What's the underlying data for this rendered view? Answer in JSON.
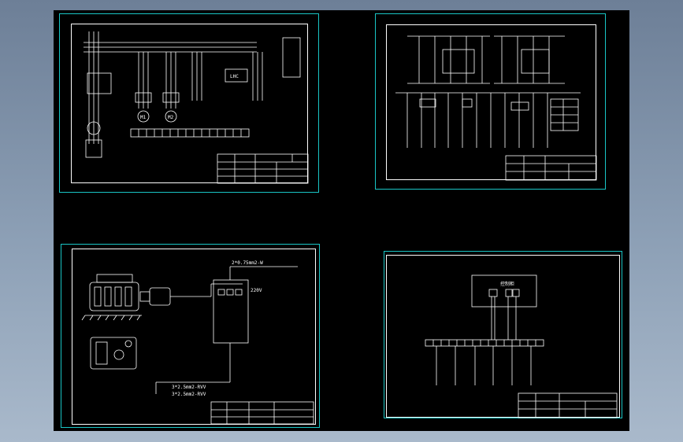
{
  "sheet1": {
    "motor1_label": "M1",
    "motor2_label": "M2",
    "controller_label": "LHC"
  },
  "sheet3": {
    "supply_note": "220V",
    "cable_top": "2*0.75mm2-W",
    "cable_bottom_1": "3*2.5mm2-RVV",
    "cable_bottom_2": "3*2.5mm2-RVV"
  },
  "sheet4": {
    "box_label": "控制柜"
  },
  "colors": {
    "background": "#000000",
    "frame": "#19c6c6",
    "lines": "#ffffff",
    "accent": "#ffd34d"
  }
}
